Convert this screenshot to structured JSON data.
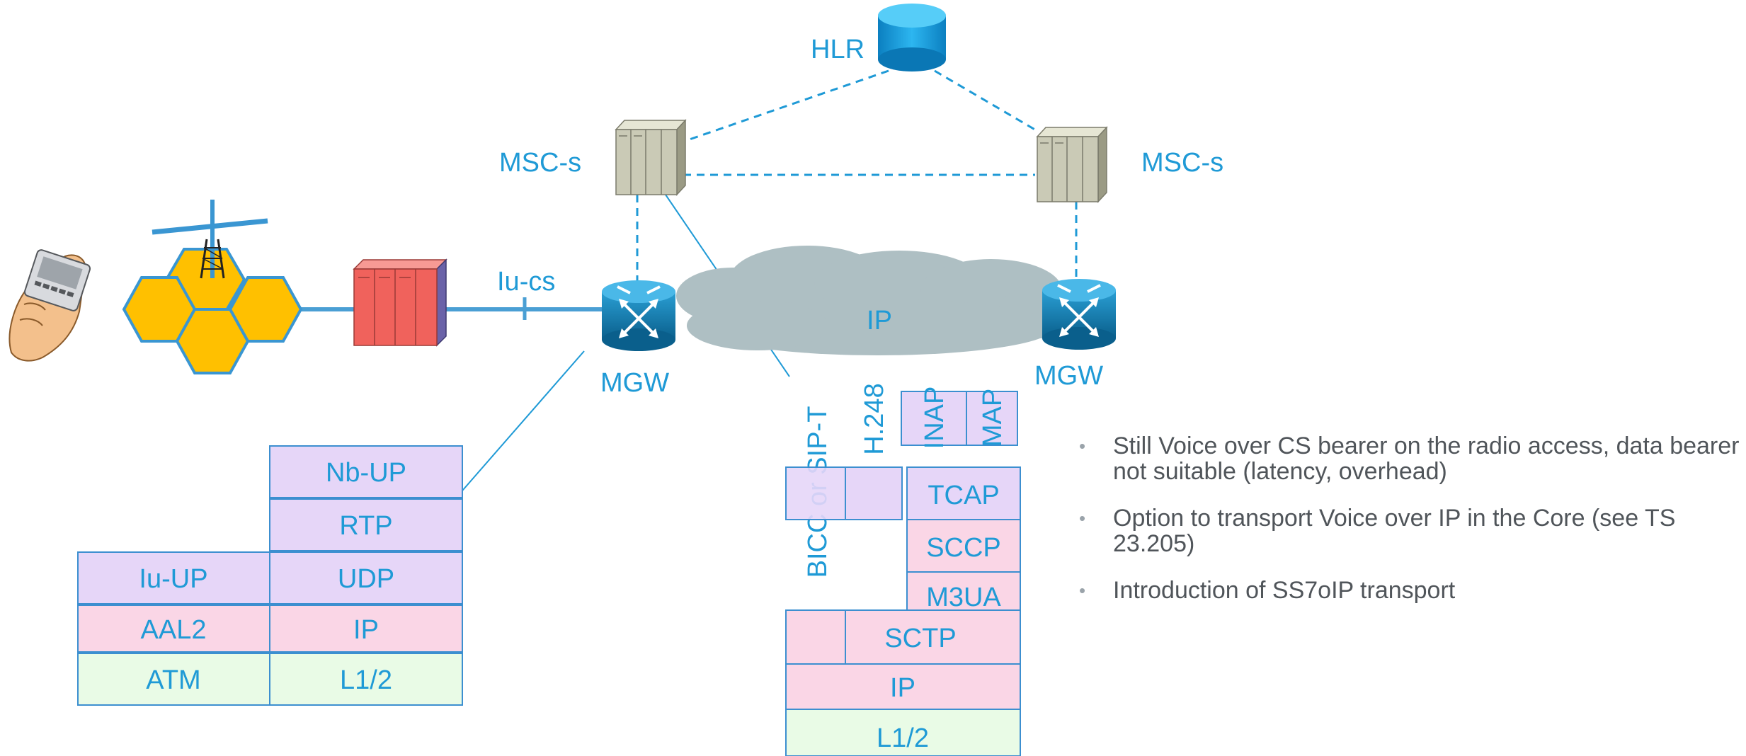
{
  "labels": {
    "hlr": "HLR",
    "msc_left": "MSC-s",
    "msc_right": "MSC-s",
    "iu_cs": "Iu-cs",
    "ip_cloud": "IP",
    "mgw_left": "MGW",
    "mgw_right": "MGW"
  },
  "left_stack": {
    "nb_up": "Nb-UP",
    "rtp": "RTP",
    "iu_up": "Iu-UP",
    "udp": "UDP",
    "aal2": "AAL2",
    "ip": "IP",
    "atm": "ATM",
    "l12": "L1/2"
  },
  "right_stack": {
    "bicc": "BICC or SIP-T",
    "h248": "H.248",
    "inap": "INAP",
    "map": "MAP",
    "tcap": "TCAP",
    "sccp": "SCCP",
    "m3ua": "M3UA",
    "sctp": "SCTP",
    "ip": "IP",
    "l12": "L1/2"
  },
  "bullets": [
    "Still Voice over CS bearer on the radio access, data bearer not suitable (latency, overhead)",
    "Option to transport Voice over IP in the Core (see TS 23.205)",
    "Introduction of SS7oIP transport"
  ],
  "colors": {
    "accent": "#1f9ad6",
    "layer_purple": "#e6d6f8",
    "layer_pink": "#fad6e6",
    "layer_green": "#e9fbe6",
    "cell_yellow": "#ffc000",
    "rnc_red": "#f0625c",
    "router_blue": "#0f77a8",
    "cloud_gray": "#aebfc3"
  }
}
